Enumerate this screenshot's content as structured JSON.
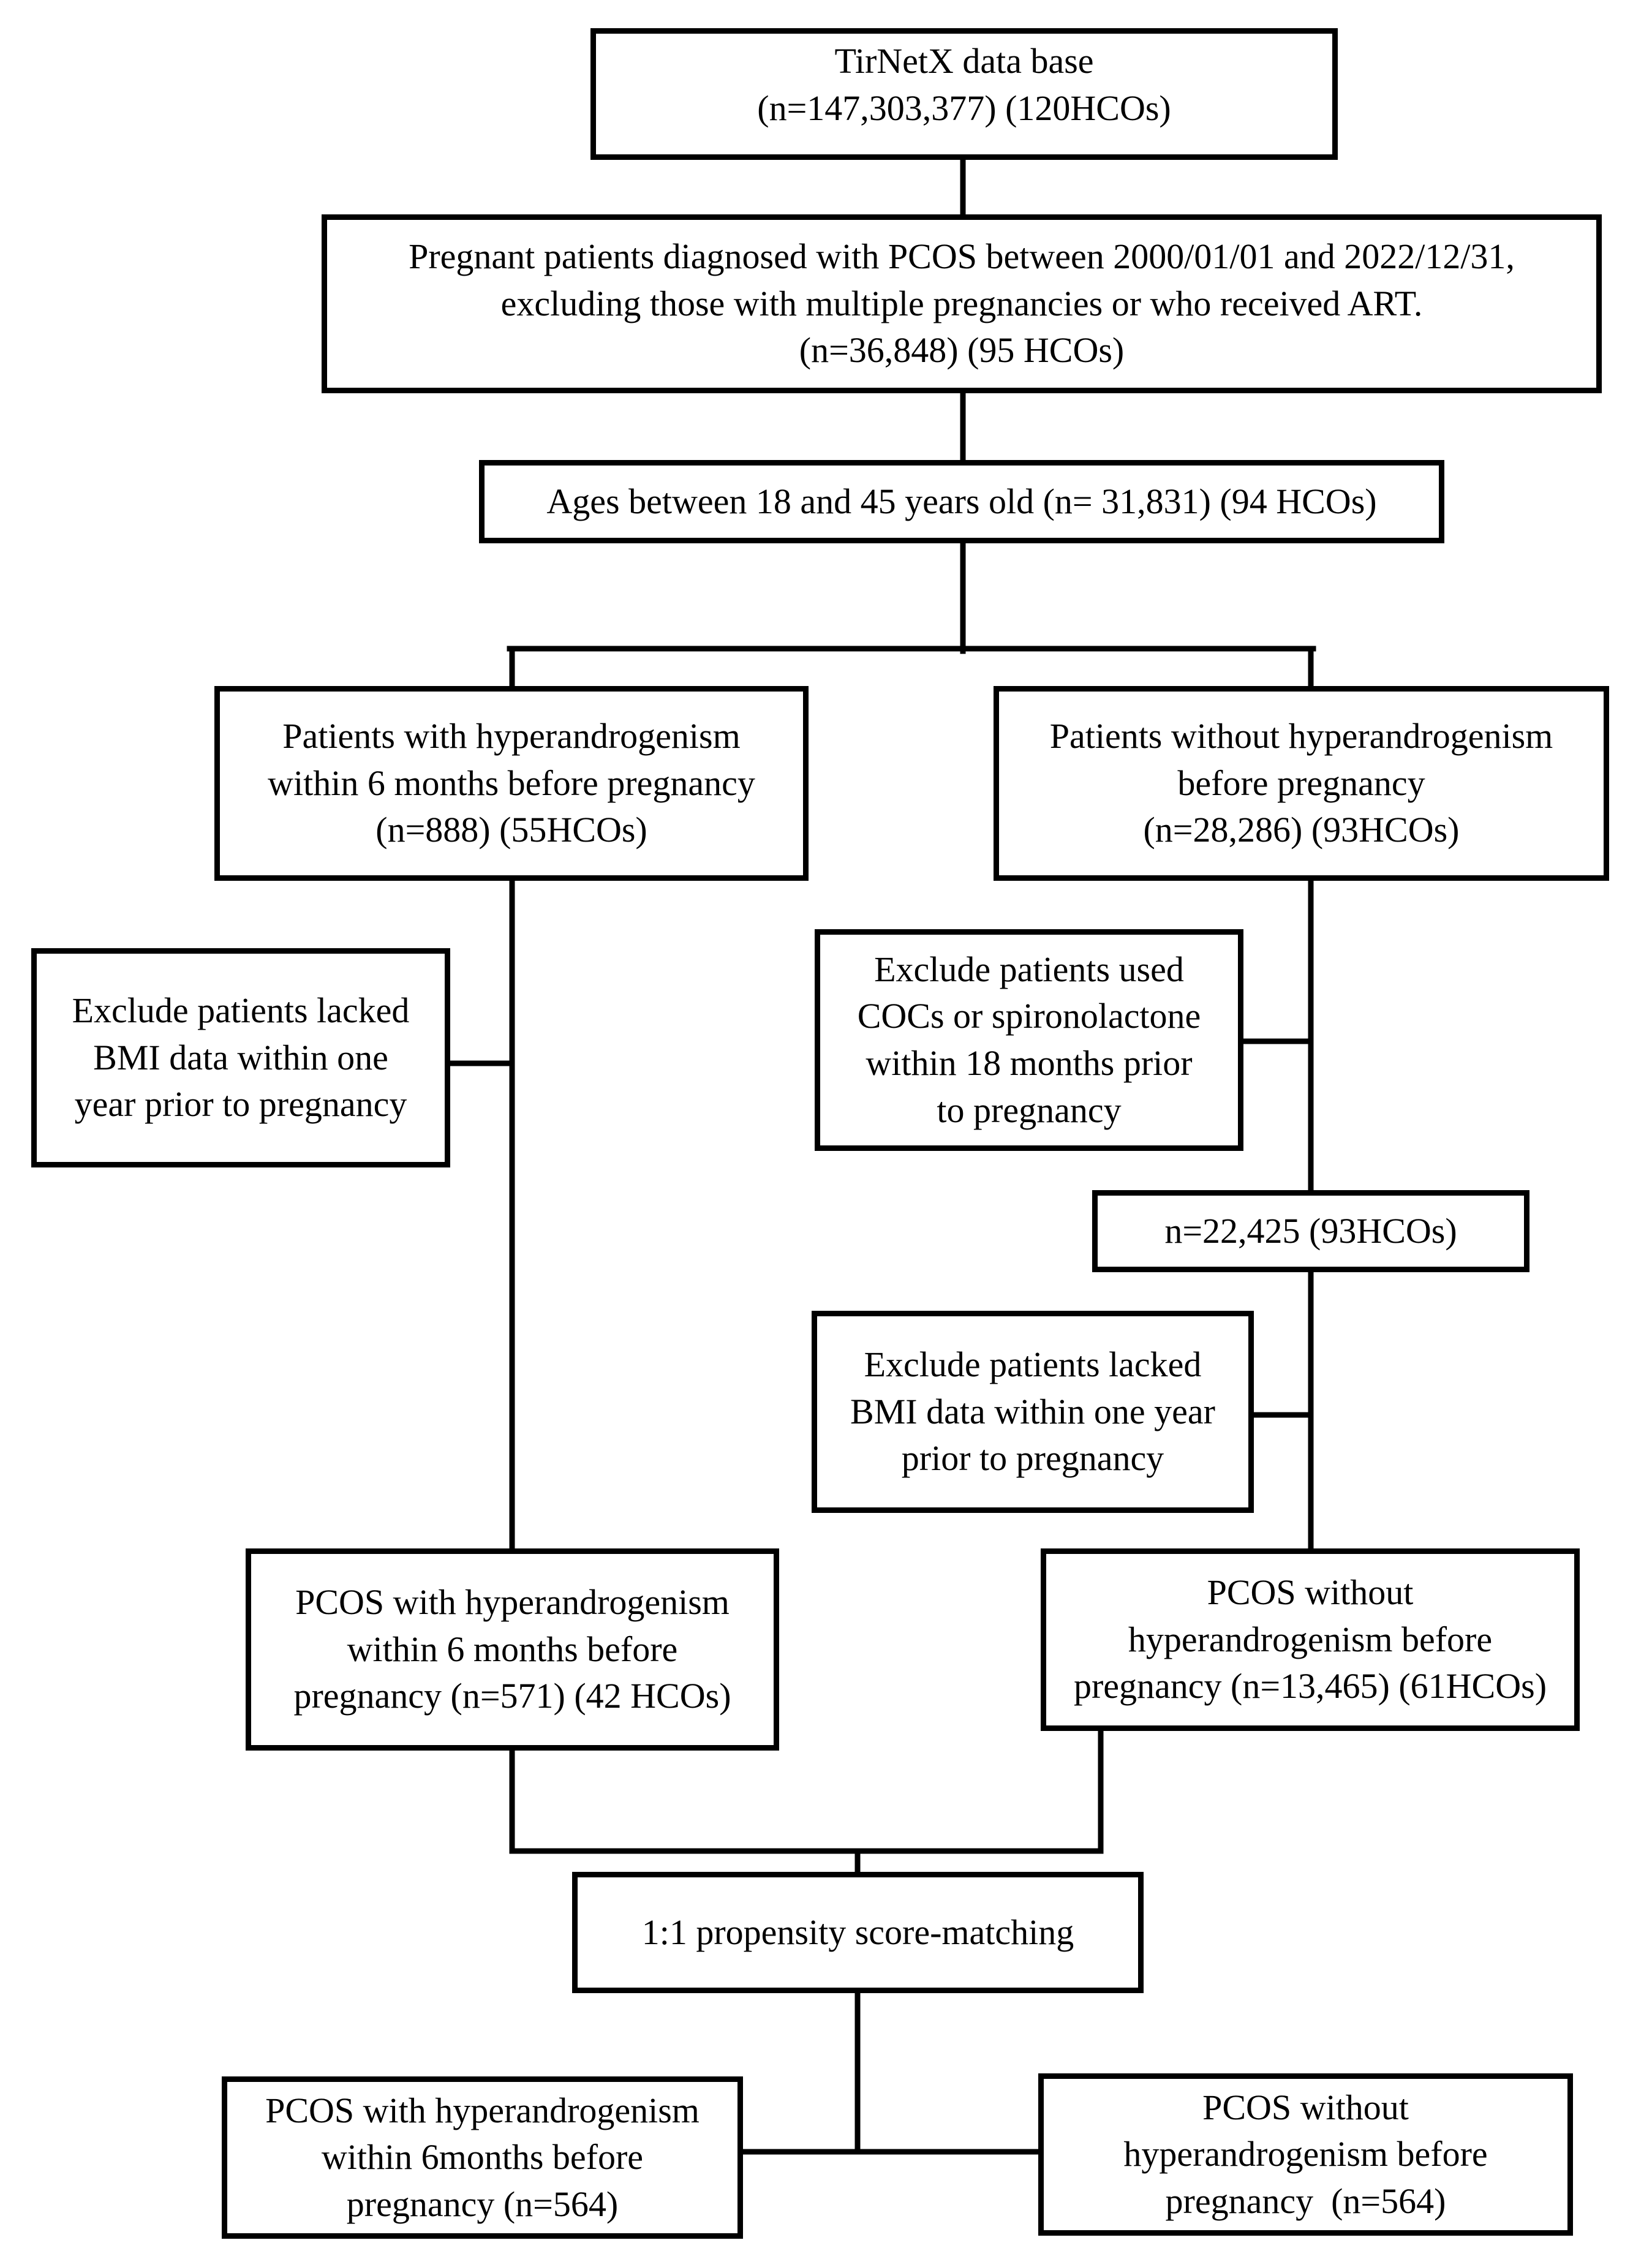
{
  "diagram": {
    "title": "Patient selection flowchart",
    "colors": {
      "line": "#000000",
      "box_border": "#000000",
      "background": "#ffffff",
      "text": "#000000"
    },
    "nodes": {
      "tirnetx": {
        "text": "TirNetX data base\n(n=147,303,377) (120HCOs)"
      },
      "pregnant": {
        "text": "Pregnant patients diagnosed with PCOS between 2000/01/01 and 2022/12/31,\nexcluding those with multiple pregnancies or who received ART.\n(n=36,848) (95 HCOs)"
      },
      "ages": {
        "text": "Ages between 18 and 45 years old (n= 31,831) (94 HCOs)"
      },
      "with_ha": {
        "text": "Patients with hyperandrogenism\nwithin 6 months before pregnancy\n(n=888) (55HCOs)"
      },
      "without_ha": {
        "text": "Patients without hyperandrogenism\nbefore pregnancy\n(n=28,286) (93HCOs)"
      },
      "excl_bmi_left": {
        "text": "Exclude patients lacked\nBMI data within one\nyear prior to pregnancy"
      },
      "excl_coc": {
        "text": "Exclude patients used\nCOCs or spironolactone\nwithin 18 months prior\nto pregnancy"
      },
      "n22425": {
        "text": "n=22,425 (93HCOs)"
      },
      "excl_bmi_right": {
        "text": "Exclude patients lacked\nBMI data within one year\nprior to pregnancy"
      },
      "pcos_with": {
        "text": "PCOS with hyperandrogenism\nwithin 6 months before\npregnancy (n=571) (42 HCOs)"
      },
      "pcos_without": {
        "text": "PCOS without\nhyperandrogenism before\npregnancy (n=13,465) (61HCOs)"
      },
      "matching": {
        "text": "1:1 propensity score-matching"
      },
      "final_with": {
        "text": "PCOS with hyperandrogenism\nwithin 6months before\npregnancy (n=564)"
      },
      "final_without": {
        "text": "PCOS without\nhyperandrogenism before\npregnancy  (n=564)"
      }
    }
  }
}
